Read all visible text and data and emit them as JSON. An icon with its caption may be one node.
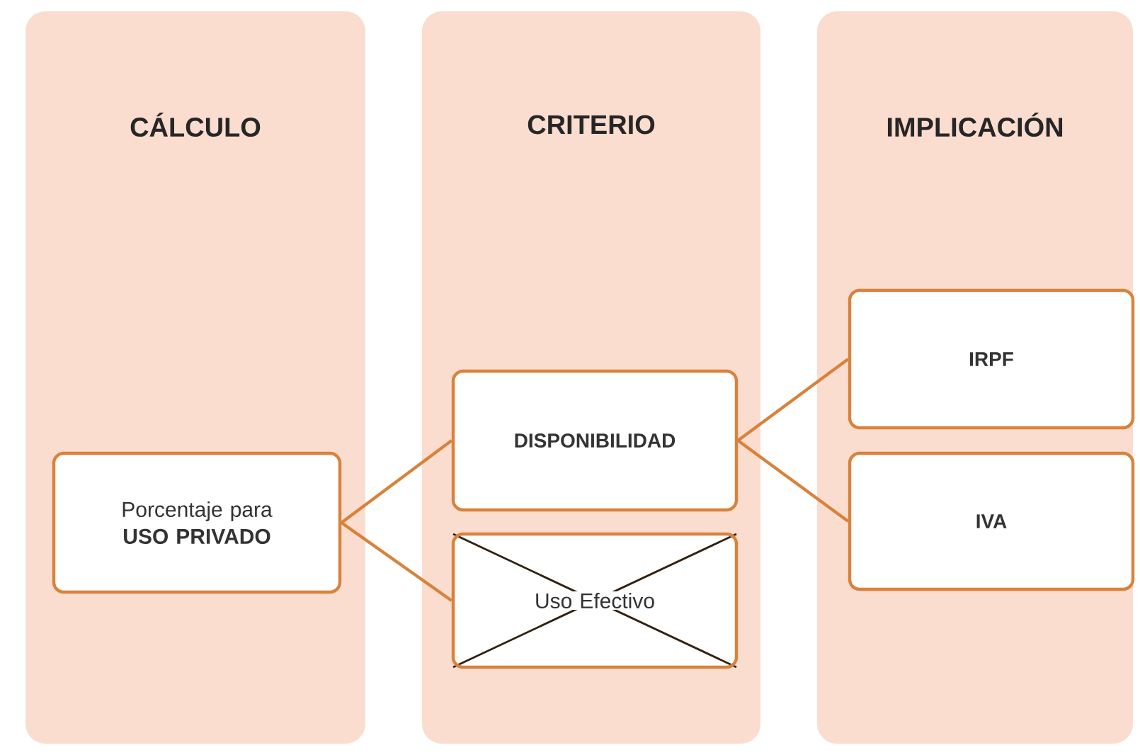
{
  "diagram": {
    "nodes": [
      {
        "text": [
          "CÁLCULO"
        ]
      },
      {
        "text": [
          "CRITERIO"
        ]
      },
      {
        "text": [
          "IMPLICACIÓN"
        ]
      },
      {
        "text": [
          "Porcentaje para **USO PRIVADO**"
        ],
        "in": 0
      },
      {
        "text": [
          "DISPONIBILIDAD"
        ],
        "in": 1
      },
      {
        "text": [
          "Uso Efectivo"
        ],
        "in": 1
      },
      {
        "text": [
          "IRPF"
        ],
        "in": 2
      },
      {
        "text": [
          "IVA"
        ],
        "in": 2
      }
    ],
    "edges": [
      {
        "from": 3,
        "to": 4,
        "arrow": "none"
      },
      {
        "from": 3,
        "to": 5,
        "arrow": "none"
      },
      {
        "from": 4,
        "to": 6,
        "arrow": "none"
      },
      {
        "from": 4,
        "to": 7,
        "arrow": "none"
      }
    ]
  }
}
